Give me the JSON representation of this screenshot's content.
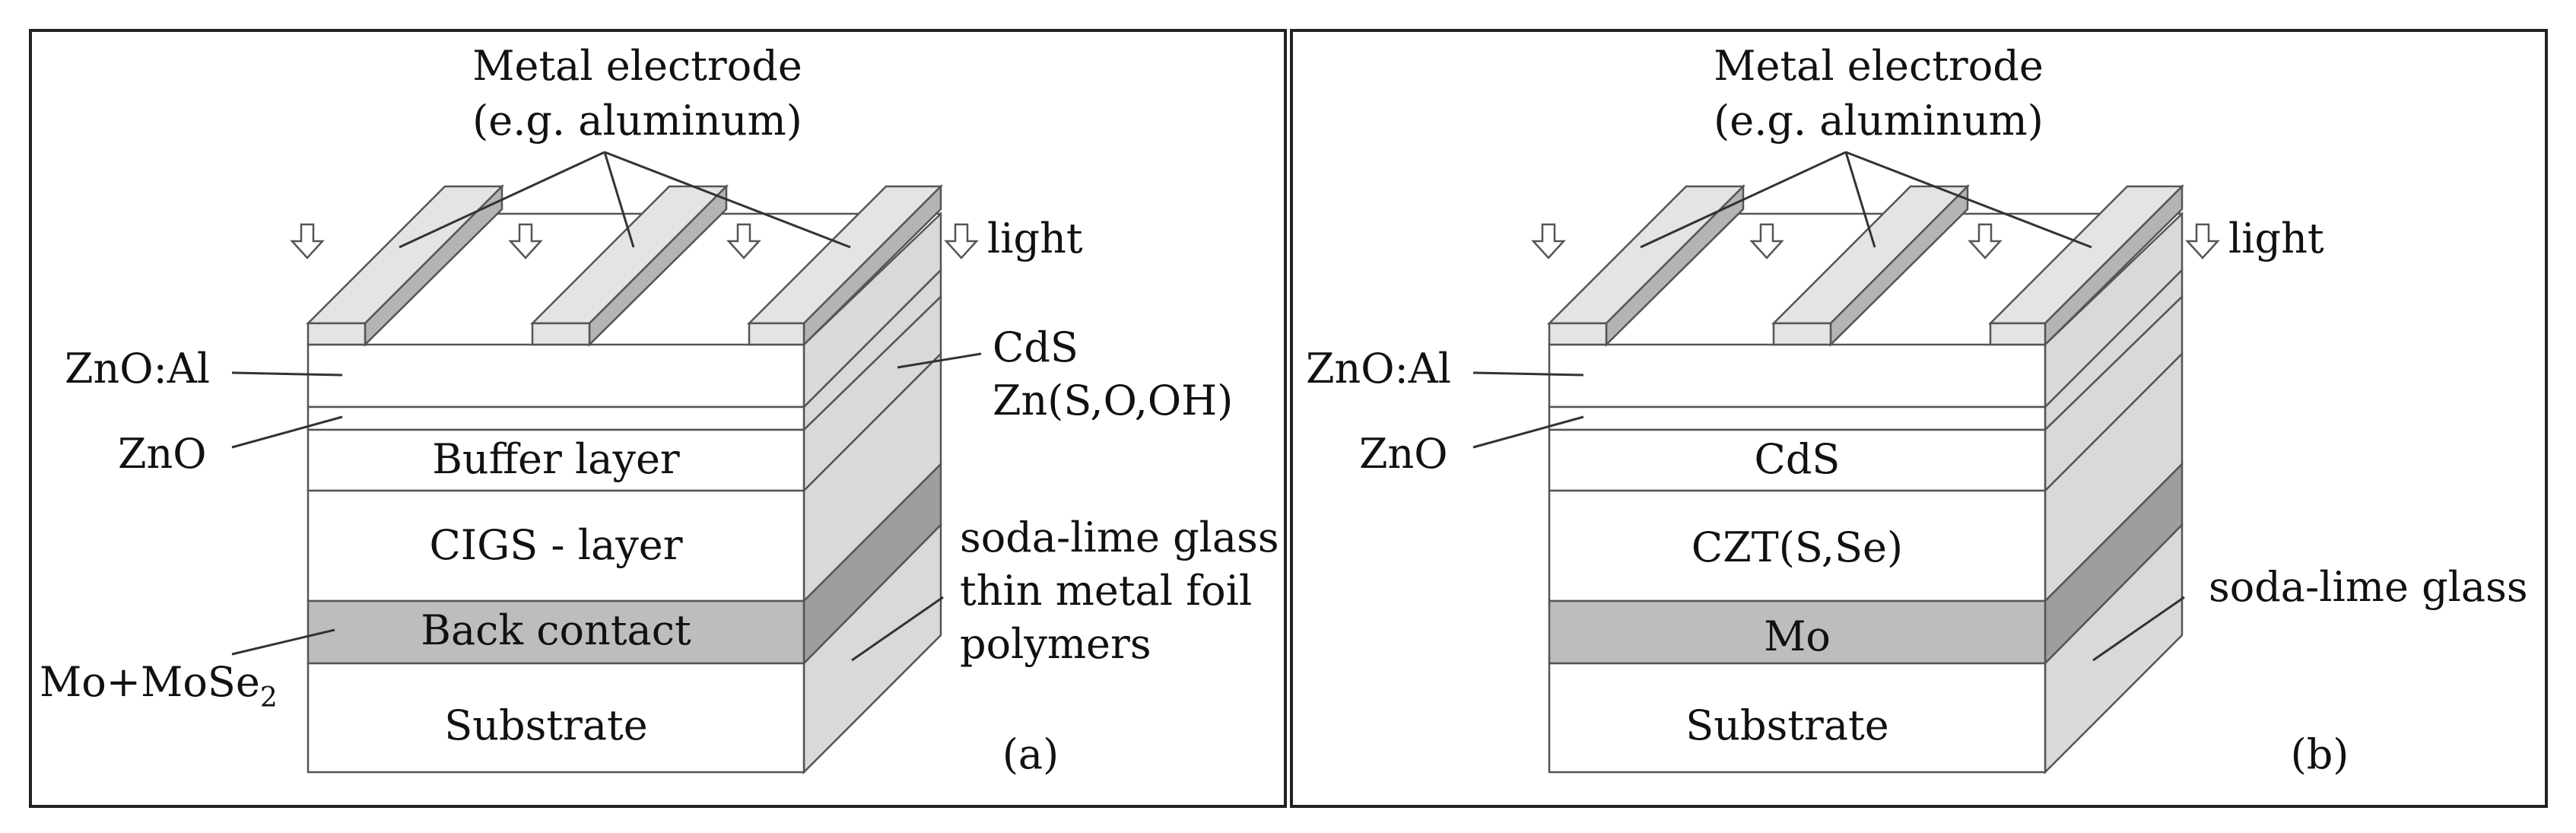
{
  "panels": [
    {
      "id": "a",
      "tag": "(a)",
      "electrode_line1": "Metal electrode",
      "electrode_line2": "(e.g. aluminum)",
      "light": "light",
      "left_labels": {
        "zno_al": "ZnO:Al",
        "zno": "ZnO",
        "back_contact_main": "Mo+MoSe",
        "back_contact_sub": "2"
      },
      "layers": {
        "buffer": "Buffer layer",
        "absorber": "CIGS - layer",
        "contact": "Back contact",
        "substrate": "Substrate"
      },
      "right_labels": {
        "buffer_line1": "CdS",
        "buffer_line2": "Zn(S,O,OH)",
        "substrate_line1": "soda-lime glass",
        "substrate_line2": "thin metal foil",
        "substrate_line3": "polymers"
      }
    },
    {
      "id": "b",
      "tag": "(b)",
      "electrode_line1": "Metal electrode",
      "electrode_line2": "(e.g. aluminum)",
      "light": "light",
      "left_labels": {
        "zno_al": "ZnO:Al",
        "zno": "ZnO"
      },
      "layers": {
        "buffer": "CdS",
        "absorber": "CZT(S,Se)",
        "contact": "Mo",
        "substrate": "Substrate"
      },
      "right_labels": {
        "substrate_line1": "soda-lime glass"
      }
    }
  ],
  "colors": {
    "layer_front": "#ffffff",
    "contact_front": "#bdbdbd",
    "side_light": "#d9d9d9",
    "side_contact": "#9e9e9e",
    "electrode_top": "#e4e4e4",
    "electrode_side": "#b4b4b4",
    "outline": "#555555",
    "frame": "#222222"
  }
}
